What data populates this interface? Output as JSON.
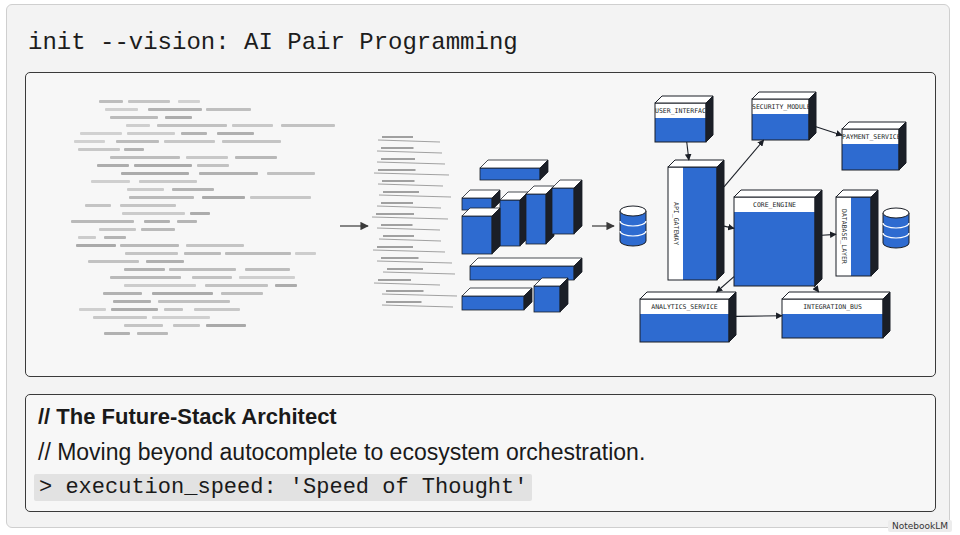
{
  "diagram": {
    "title": "init --vision: AI Pair Programming",
    "nodes": [
      {
        "text": [
          "USER_INTERFACE"
        ]
      },
      {
        "text": [
          "SECURITY_MODULE"
        ]
      },
      {
        "text": [
          "PAYMENT_SERVICE"
        ]
      },
      {
        "text": [
          "API_GATEWAY"
        ]
      },
      {
        "text": [
          "DATABASE_LAYER"
        ]
      },
      {
        "text": [
          "CORE_ENGINE"
        ]
      },
      {
        "text": [
          "ANALYTICS_SERVICE"
        ]
      },
      {
        "text": [
          "INTEGRATION_BUS"
        ]
      }
    ],
    "edges": [
      {
        "from": 0,
        "to": 3,
        "arrow": "to"
      },
      {
        "from": 3,
        "to": 1,
        "arrow": "to"
      },
      {
        "from": 1,
        "to": 2,
        "arrow": "to"
      },
      {
        "from": 3,
        "to": 5,
        "arrow": "to"
      },
      {
        "from": 5,
        "to": 4,
        "arrow": "to"
      },
      {
        "from": 5,
        "to": 6,
        "arrow": "to"
      },
      {
        "from": 6,
        "to": 7,
        "arrow": "to"
      },
      {
        "from": 5,
        "to": 7,
        "arrow": "to"
      }
    ],
    "labels": [
      "// The Future-Stack Architect",
      "// Moving beyond autocomplete to ecosystem orchestration.",
      "> execution_speed: 'Speed of Thought'",
      "NotebookLM"
    ]
  }
}
